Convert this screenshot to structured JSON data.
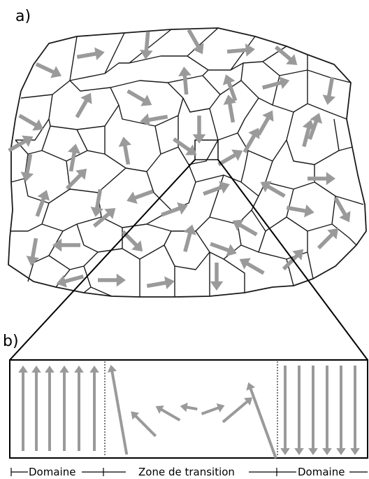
{
  "panel_a": {
    "label": "a)"
  },
  "panel_b": {
    "label": "b)",
    "domain_left": "Domaine",
    "transition": "Zone de transition",
    "domain_right": "Domaine"
  },
  "colors": {
    "arrow": "#9a9a9a",
    "line": "#1a1a1a",
    "background": "#ffffff"
  },
  "arrow_directions_deg": [
    25,
    -10,
    95,
    60,
    -5,
    40,
    100,
    -60,
    30,
    -95,
    -110,
    -15,
    30,
    -80,
    -100,
    170,
    90,
    -60,
    -75,
    100,
    35,
    -100,
    -70,
    -20,
    100,
    -150,
    10,
    60,
    -150,
    -45,
    -70,
    45,
    -75,
    180,
    0,
    -10,
    90,
    -150,
    -45,
    -45,
    -20,
    -30,
    165,
    0,
    -60,
    100,
    -40,
    20,
    -30,
    160
  ]
}
